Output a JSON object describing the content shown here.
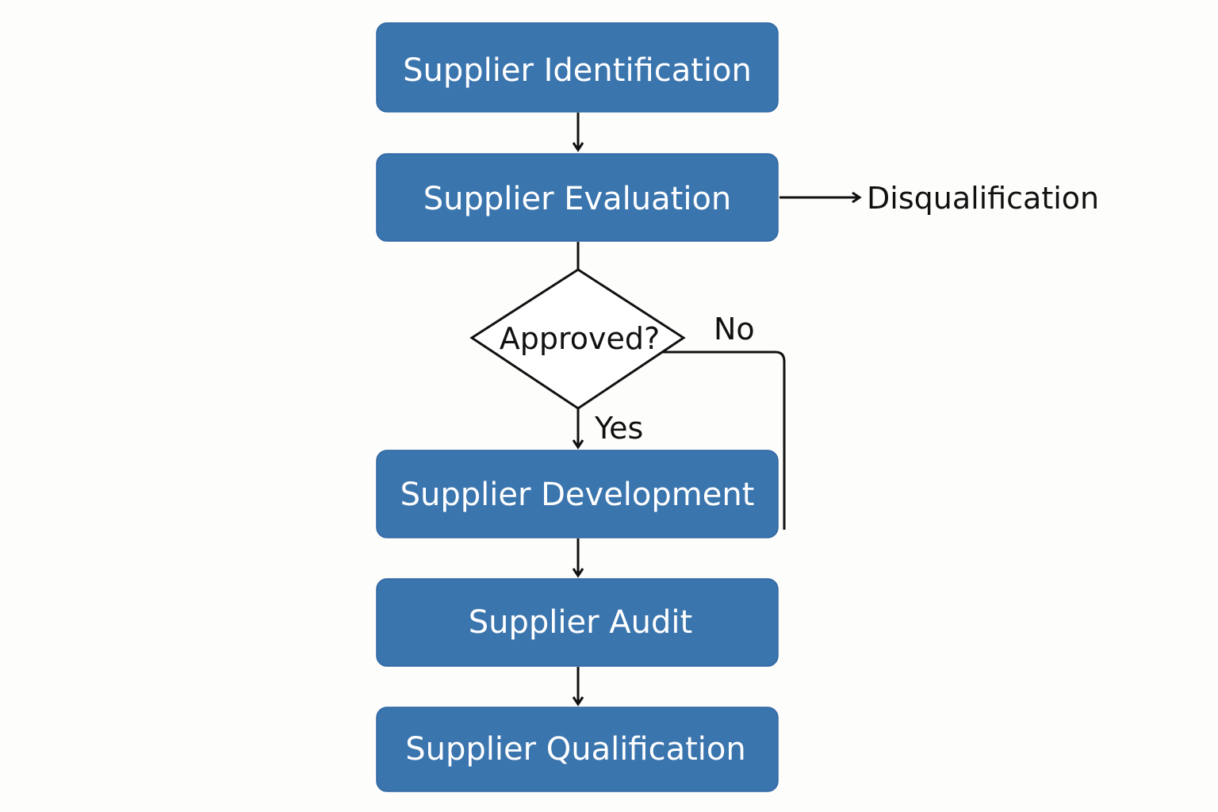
{
  "diagram": {
    "steps": [
      {
        "label": "Supplier Identification"
      },
      {
        "label": "Supplier Evaluation"
      },
      {
        "label": "Supplier Development"
      },
      {
        "label": "Supplier Audit"
      },
      {
        "label": "Supplier Qualification"
      }
    ],
    "decision": {
      "label": "Approved?",
      "yes_label": "Yes",
      "no_label": "No"
    },
    "side_outcome": {
      "label": "Disqualification"
    },
    "colors": {
      "box": "#3b75ae",
      "line": "#111111",
      "background": "#fdfdfb"
    }
  }
}
